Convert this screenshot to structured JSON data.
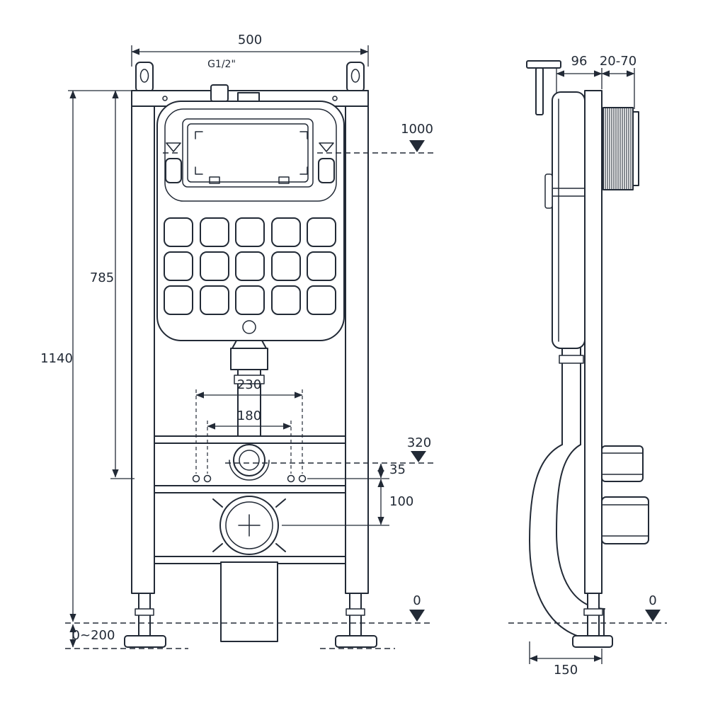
{
  "drawing": {
    "background": "#ffffff",
    "line_color": "#222a36"
  },
  "front_view": {
    "frame_width": "500",
    "inlet_thread": "G1/2\"",
    "flush_plate_level": "1000",
    "dim_785": "785",
    "frame_height": "1140",
    "fixing_span_outer": "230",
    "fixing_span_inner": "180",
    "outlet_level": "320",
    "dim_35": "35",
    "dim_100": "100",
    "foot_adjust": "0~200",
    "floor_level": "0"
  },
  "side_view": {
    "depth_96": "96",
    "wall_gap": "20-70",
    "floor_level": "0",
    "base_depth": "150"
  }
}
